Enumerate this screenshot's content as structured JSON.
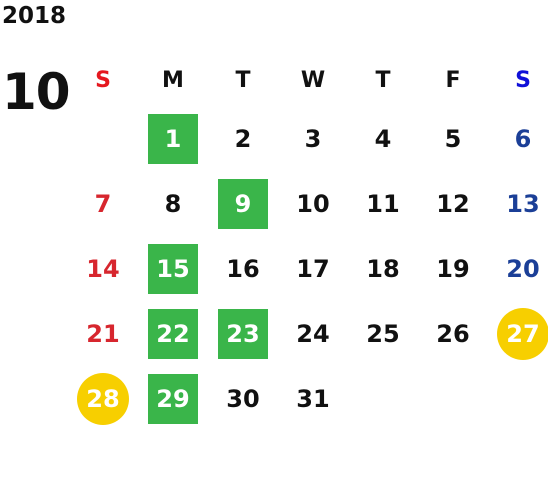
{
  "calendar": {
    "year": "2018",
    "month": "10",
    "weekdays": [
      "S",
      "M",
      "T",
      "W",
      "T",
      "F",
      "S"
    ],
    "weeks": [
      [
        "",
        "1",
        "2",
        "3",
        "4",
        "5",
        "6"
      ],
      [
        "7",
        "8",
        "9",
        "10",
        "11",
        "12",
        "13"
      ],
      [
        "14",
        "15",
        "16",
        "17",
        "18",
        "19",
        "20"
      ],
      [
        "21",
        "22",
        "23",
        "24",
        "25",
        "26",
        "27"
      ],
      [
        "28",
        "29",
        "30",
        "31",
        "",
        "",
        ""
      ]
    ],
    "colors": {
      "sunday_header": "#e5181f",
      "saturday_header": "#1010d8",
      "sunday_date": "#d7262e",
      "saturday_date": "#1b3f97",
      "highlight_green": "#3ab54a",
      "highlight_yellow": "#f7cf00"
    },
    "green_highlighted_dates": [
      "1",
      "9",
      "15",
      "22",
      "23",
      "29"
    ],
    "yellow_highlighted_dates": [
      "27",
      "28"
    ]
  }
}
